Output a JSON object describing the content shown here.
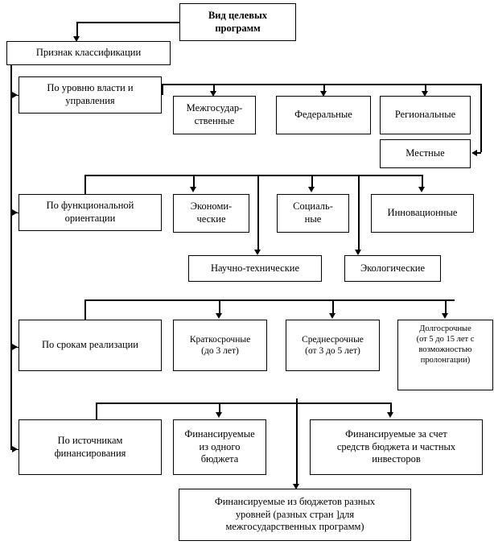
{
  "diagram": {
    "title": "Вид целевых программ",
    "root_label": "Вид целевых\nпрограмм",
    "criterion_label": "Признак классификации",
    "categories": [
      {
        "id": "power-level",
        "label": "По уровню власти и\nуправления",
        "items": [
          {
            "id": "interstate",
            "label": "Межгосудар-\nственные"
          },
          {
            "id": "federal",
            "label": "Федеральные"
          },
          {
            "id": "regional",
            "label": "Региональные"
          },
          {
            "id": "local",
            "label": "Местные"
          }
        ]
      },
      {
        "id": "functional-orientation",
        "label": "По функциональной\nориентации",
        "items": [
          {
            "id": "economic",
            "label": "Экономи-\nческие"
          },
          {
            "id": "social",
            "label": "Социаль-\nные"
          },
          {
            "id": "innovation",
            "label": "Инновационные"
          },
          {
            "id": "scientific-technical",
            "label": "Научно-технические"
          },
          {
            "id": "ecological",
            "label": "Экологические"
          }
        ]
      },
      {
        "id": "implementation-terms",
        "label": "По срокам реализации",
        "items": [
          {
            "id": "short-term",
            "label": "Краткосрочные\n(до 3 лет)"
          },
          {
            "id": "medium-term",
            "label": "Среднесрочные\n(от 3 до 5 лет)"
          },
          {
            "id": "long-term",
            "label": "Долгосрочные\n(от 5 до 15 лет с\nвозможностью\nпролонгации)"
          }
        ]
      },
      {
        "id": "funding-sources",
        "label": "По источникам\nфинансирования",
        "items": [
          {
            "id": "single-budget",
            "label": "Финансируемые\nиз одного\nбюджета"
          },
          {
            "id": "budget-and-private",
            "label": "Финансируемые за счет\nсредств бюджета и частных\nинвесторов"
          },
          {
            "id": "multi-level-budgets",
            "label": "Финансируемые из бюджетов разных\nуровней (разных стран ]для\nмежгосударственных программ)"
          }
        ]
      }
    ]
  },
  "style": {
    "line_color": "#000000",
    "box_fill": "#ffffff",
    "text_color": "#000000"
  }
}
